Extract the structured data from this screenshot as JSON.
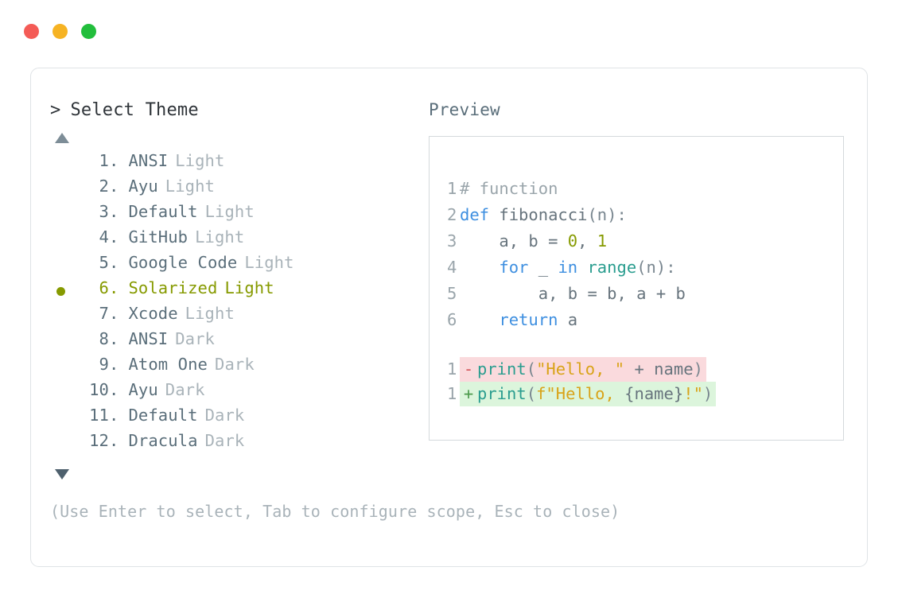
{
  "window": {
    "traffic_lights": [
      {
        "name": "close",
        "color": "#F45B56"
      },
      {
        "name": "minimize",
        "color": "#F6B323"
      },
      {
        "name": "maximize",
        "color": "#22BE3C"
      }
    ]
  },
  "selector": {
    "prompt_caret": ">",
    "title": "Select Theme",
    "scroll_up_icon": "triangle-up",
    "scroll_down_icon": "triangle-down",
    "selected_index": 6,
    "selected_color": "#869A00",
    "items": [
      {
        "index": "1",
        "dot": ".",
        "name": "ANSI",
        "variant": "Light",
        "selected": false
      },
      {
        "index": "2",
        "dot": ".",
        "name": "Ayu",
        "variant": "Light",
        "selected": false
      },
      {
        "index": "3",
        "dot": ".",
        "name": "Default",
        "variant": "Light",
        "selected": false
      },
      {
        "index": "4",
        "dot": ".",
        "name": "GitHub",
        "variant": "Light",
        "selected": false
      },
      {
        "index": "5",
        "dot": ".",
        "name": "Google Code",
        "variant": "Light",
        "selected": false
      },
      {
        "index": "6",
        "dot": ".",
        "name": "Solarized",
        "variant": "Light",
        "selected": true
      },
      {
        "index": "7",
        "dot": ".",
        "name": "Xcode",
        "variant": "Light",
        "selected": false
      },
      {
        "index": "8",
        "dot": ".",
        "name": "ANSI",
        "variant": "Dark",
        "selected": false
      },
      {
        "index": "9",
        "dot": ".",
        "name": "Atom One",
        "variant": "Dark",
        "selected": false
      },
      {
        "index": "10",
        "dot": ".",
        "name": "Ayu",
        "variant": "Dark",
        "selected": false
      },
      {
        "index": "11",
        "dot": ".",
        "name": "Default",
        "variant": "Dark",
        "selected": false
      },
      {
        "index": "12",
        "dot": ".",
        "name": "Dracula",
        "variant": "Dark",
        "selected": false
      }
    ],
    "footer_hint": "(Use Enter to select, Tab to configure scope, Esc to close)"
  },
  "preview": {
    "label": "Preview",
    "code_lines": [
      {
        "lineno": "1",
        "tokens": [
          {
            "t": "# function",
            "c": "tok-comment"
          }
        ]
      },
      {
        "lineno": "2",
        "tokens": [
          {
            "t": "def ",
            "c": "tok-kw"
          },
          {
            "t": "fibonacci",
            "c": "tok-plain"
          },
          {
            "t": "(n):",
            "c": "tok-punct"
          }
        ]
      },
      {
        "lineno": "3",
        "tokens": [
          {
            "t": "    a, b = ",
            "c": "tok-plain"
          },
          {
            "t": "0",
            "c": "tok-num"
          },
          {
            "t": ", ",
            "c": "tok-plain"
          },
          {
            "t": "1",
            "c": "tok-num"
          }
        ]
      },
      {
        "lineno": "4",
        "tokens": [
          {
            "t": "    ",
            "c": "tok-plain"
          },
          {
            "t": "for",
            "c": "tok-kw"
          },
          {
            "t": " _ ",
            "c": "tok-plain"
          },
          {
            "t": "in",
            "c": "tok-kw"
          },
          {
            "t": " ",
            "c": "tok-plain"
          },
          {
            "t": "range",
            "c": "tok-fn"
          },
          {
            "t": "(n):",
            "c": "tok-punct"
          }
        ]
      },
      {
        "lineno": "5",
        "tokens": [
          {
            "t": "        a, b = b, a + b",
            "c": "tok-plain"
          }
        ]
      },
      {
        "lineno": "6",
        "tokens": [
          {
            "t": "    ",
            "c": "tok-plain"
          },
          {
            "t": "return",
            "c": "tok-kw"
          },
          {
            "t": " a",
            "c": "tok-plain"
          }
        ]
      }
    ],
    "diff_lines": [
      {
        "kind": "del",
        "lineno": "1",
        "marker": "-",
        "bg": "#FADADD",
        "tokens": [
          {
            "t": "print",
            "c": "tok-fn"
          },
          {
            "t": "(",
            "c": "tok-punct"
          },
          {
            "t": "\"Hello, \"",
            "c": "tok-str"
          },
          {
            "t": " + name",
            "c": "tok-plain"
          },
          {
            "t": ")",
            "c": "tok-punct"
          }
        ]
      },
      {
        "kind": "add",
        "lineno": "1",
        "marker": "+",
        "bg": "#DCF5DC",
        "tokens": [
          {
            "t": "print",
            "c": "tok-fn"
          },
          {
            "t": "(",
            "c": "tok-punct"
          },
          {
            "t": "f\"Hello, ",
            "c": "tok-str"
          },
          {
            "t": "{name}",
            "c": "tok-plain"
          },
          {
            "t": "!",
            "c": "tok-str"
          },
          {
            "t": "\"",
            "c": "tok-str"
          },
          {
            "t": ")",
            "c": "tok-punct"
          }
        ]
      }
    ]
  }
}
